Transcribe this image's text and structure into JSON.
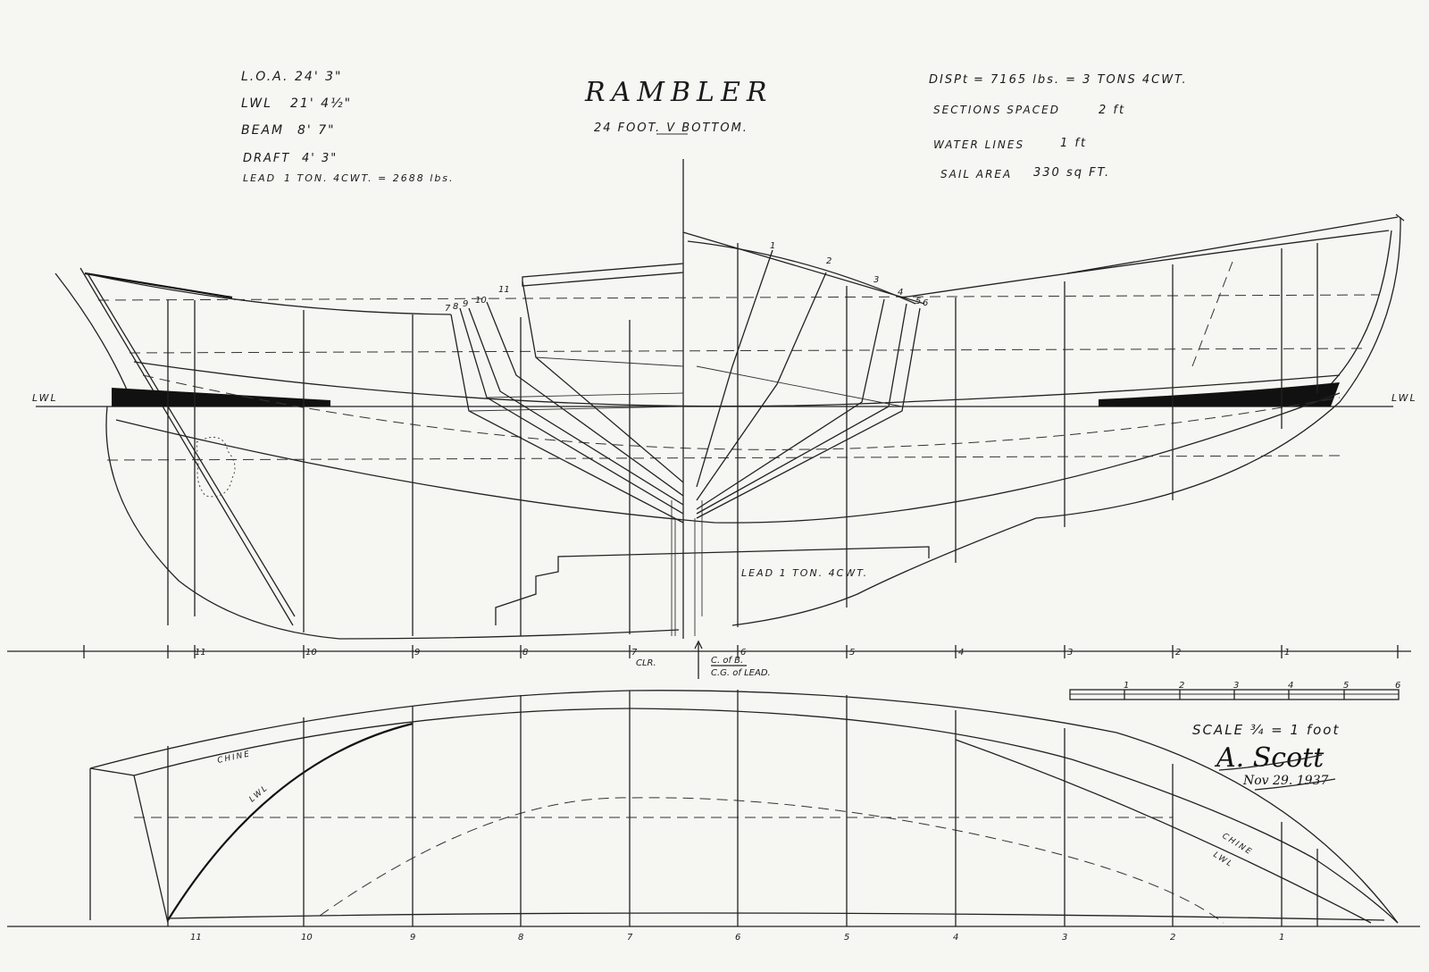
{
  "title": "RAMBLER",
  "subtitle": "24 FOOT. V BOTTOM.",
  "particulars_left": [
    {
      "label": "L.O.A.",
      "value": "24' 3\""
    },
    {
      "label": "LWL",
      "value": "21' 4½\""
    },
    {
      "label": "BEAM",
      "value": "8' 7\""
    },
    {
      "label": "DRAFT",
      "value": "4' 3\""
    },
    {
      "label": "LEAD",
      "value": "1 TON. 4CWT. = 2688 lbs."
    }
  ],
  "particulars_right": [
    {
      "label": "DISPt",
      "value": "= 7165 lbs. = 3 TONS 4CWT."
    },
    {
      "label": "SECTIONS SPACED",
      "value": "2 ft"
    },
    {
      "label": "WATER LINES",
      "value": "1 ft"
    },
    {
      "label": "SAIL AREA",
      "value": "330 sq FT."
    }
  ],
  "labels": {
    "lwl_left": "LWL",
    "lwl_right": "LWL",
    "lead": "LEAD 1 TON. 4CWT.",
    "cof_b": "C. of B.",
    "cg_lead": "C.G. of LEAD.",
    "clr": "CLR.",
    "chine_plan_fwd": "CHINE",
    "lwl_plan_fwd": "LWL",
    "chine_plan_aft": "CHINE",
    "lwl_plan_aft": "LWL",
    "scale": "SCALE ¾ = 1 foot"
  },
  "station_labels": [
    "11",
    "10",
    "9",
    "8",
    "7",
    "6",
    "5",
    "4",
    "3",
    "2",
    "1"
  ],
  "body_plan_labels": [
    "7",
    "8",
    "9",
    "10",
    "11",
    "1",
    "2",
    "3",
    "4",
    "5",
    "6"
  ],
  "scale_bar_labels": [
    "1",
    "2",
    "3",
    "4",
    "5",
    "6"
  ],
  "signature": {
    "name": "A. Scott",
    "date": "Nov 29. 1937"
  }
}
